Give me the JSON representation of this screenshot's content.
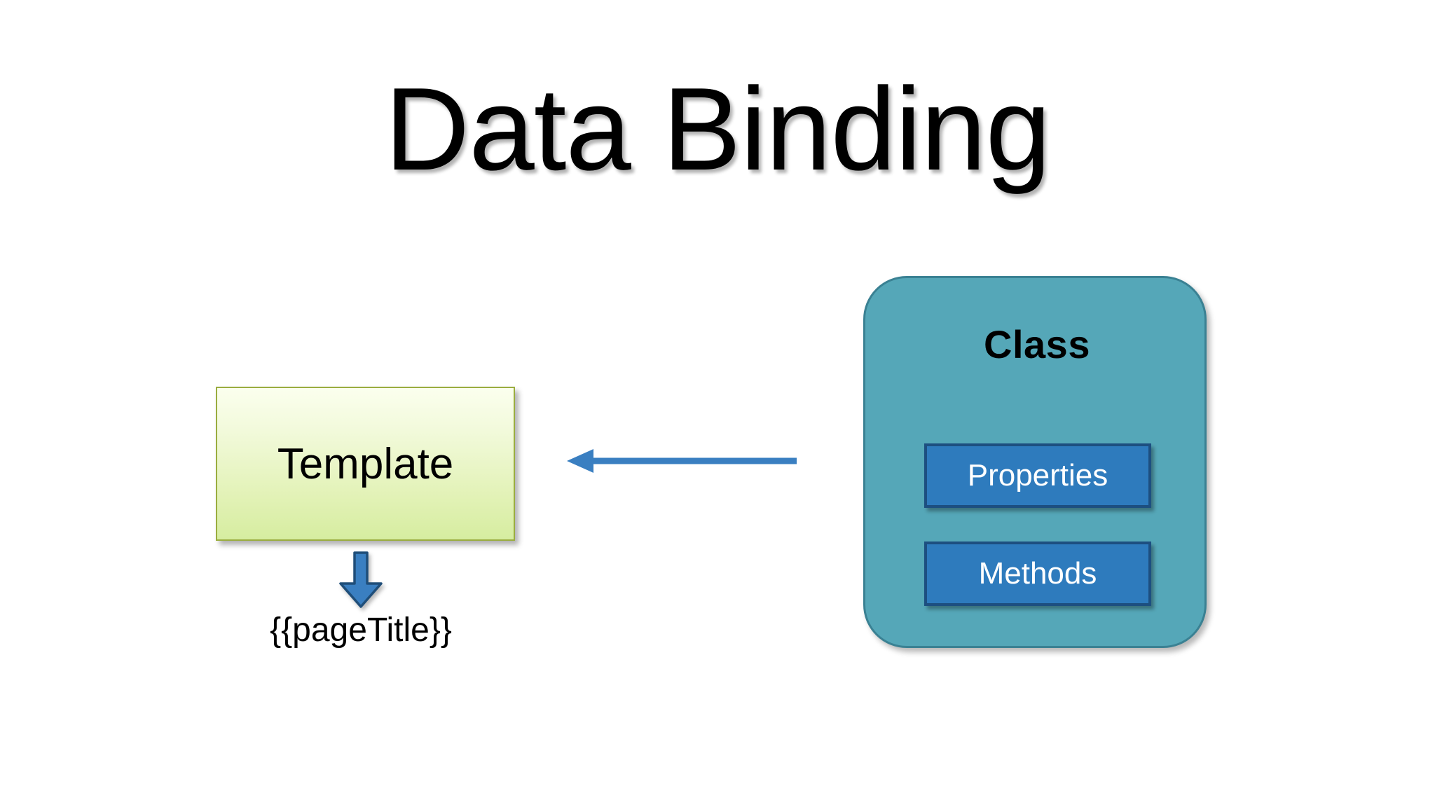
{
  "slide": {
    "title": "Data Binding",
    "background_color": "#ffffff"
  },
  "template_node": {
    "label": "Template",
    "fill_top_color": "#fbffee",
    "fill_bottom_color": "#d6eda0",
    "border_color": "#9aad3f"
  },
  "down_arrow": {
    "icon": "arrow-down-icon",
    "fill_color": "#3a7fc1",
    "border_color": "#1f4e79",
    "direction": "down"
  },
  "interpolation": {
    "text": "{{pageTitle}}"
  },
  "flow_arrow": {
    "icon": "arrow-left-icon",
    "color": "#3a7fc1",
    "direction": "left",
    "from": "Class",
    "to": "Template"
  },
  "class_node": {
    "heading": "Class",
    "fill_color": "#55a7b8",
    "border_color": "#3a8193",
    "members": [
      {
        "label": "Properties",
        "fill_color": "#2e7bbd",
        "border_color": "#1d4f80",
        "text_color": "#ffffff"
      },
      {
        "label": "Methods",
        "fill_color": "#2e7bbd",
        "border_color": "#1d4f80",
        "text_color": "#ffffff"
      }
    ]
  }
}
